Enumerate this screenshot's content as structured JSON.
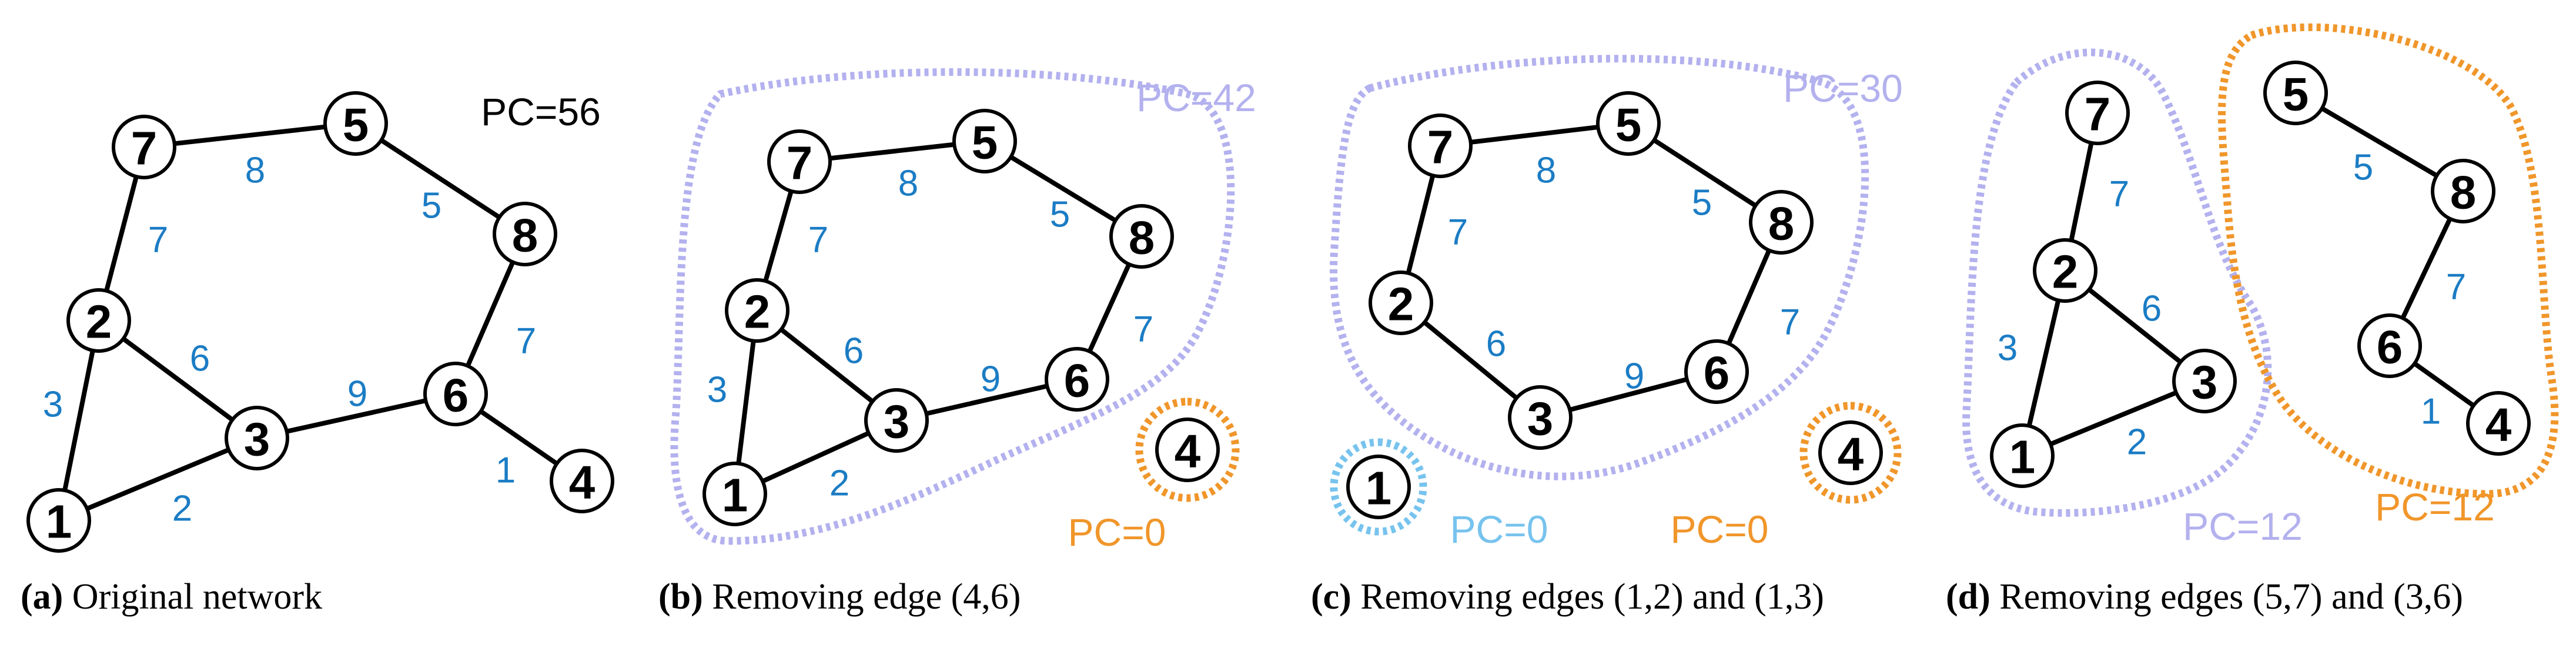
{
  "colors": {
    "weight": "#1b7cc4",
    "lavender": "#b3b1ee",
    "orange": "#f0962a",
    "lightblue": "#77c3ee"
  },
  "panels": [
    {
      "id": "a",
      "caption_letter": "(a)",
      "caption_text": " Original network",
      "nodes": [
        "7",
        "5",
        "8",
        "2",
        "3",
        "6",
        "1",
        "4"
      ],
      "edges": [
        [
          "7",
          "5",
          "8"
        ],
        [
          "5",
          "8",
          "5"
        ],
        [
          "7",
          "2",
          "7"
        ],
        [
          "2",
          "3",
          "6"
        ],
        [
          "2",
          "1",
          "3"
        ],
        [
          "1",
          "3",
          "2"
        ],
        [
          "3",
          "6",
          "9"
        ],
        [
          "8",
          "6",
          "7"
        ],
        [
          "6",
          "4",
          "1"
        ]
      ],
      "pc_labels": [
        {
          "text": "PC=56",
          "color": "black"
        }
      ]
    },
    {
      "id": "b",
      "caption_letter": "(b)",
      "caption_text": " Removing edge (4,6)",
      "nodes": [
        "7",
        "5",
        "8",
        "2",
        "3",
        "6",
        "1",
        "4"
      ],
      "edges": [
        [
          "7",
          "5",
          "8"
        ],
        [
          "5",
          "8",
          "5"
        ],
        [
          "7",
          "2",
          "7"
        ],
        [
          "2",
          "3",
          "6"
        ],
        [
          "2",
          "1",
          "3"
        ],
        [
          "1",
          "3",
          "2"
        ],
        [
          "3",
          "6",
          "9"
        ],
        [
          "8",
          "6",
          "7"
        ]
      ],
      "pc_labels": [
        {
          "text": "PC=42",
          "color": "lavender"
        },
        {
          "text": "PC=0",
          "color": "orange"
        }
      ]
    },
    {
      "id": "c",
      "caption_letter": "(c)",
      "caption_text": " Removing edges (1,2) and (1,3)",
      "nodes": [
        "7",
        "5",
        "8",
        "2",
        "3",
        "6",
        "1",
        "4"
      ],
      "edges": [
        [
          "7",
          "5",
          "8"
        ],
        [
          "5",
          "8",
          "5"
        ],
        [
          "7",
          "2",
          "7"
        ],
        [
          "2",
          "3",
          "6"
        ],
        [
          "3",
          "6",
          "9"
        ],
        [
          "8",
          "6",
          "7"
        ]
      ],
      "pc_labels": [
        {
          "text": "PC=30",
          "color": "lavender"
        },
        {
          "text": "PC=0",
          "color": "lightblue"
        },
        {
          "text": "PC=0",
          "color": "orange"
        }
      ]
    },
    {
      "id": "d",
      "caption_letter": "(d)",
      "caption_text": " Removing edges (5,7) and (3,6)",
      "nodes": [
        "7",
        "2",
        "3",
        "1",
        "5",
        "8",
        "6",
        "4"
      ],
      "edges": [
        [
          "7",
          "2",
          "7"
        ],
        [
          "2",
          "3",
          "6"
        ],
        [
          "2",
          "1",
          "3"
        ],
        [
          "1",
          "3",
          "2"
        ],
        [
          "5",
          "8",
          "5"
        ],
        [
          "8",
          "6",
          "7"
        ],
        [
          "6",
          "4",
          "1"
        ]
      ],
      "pc_labels": [
        {
          "text": "PC=12",
          "color": "lavender"
        },
        {
          "text": "PC=12",
          "color": "orange"
        }
      ]
    }
  ]
}
